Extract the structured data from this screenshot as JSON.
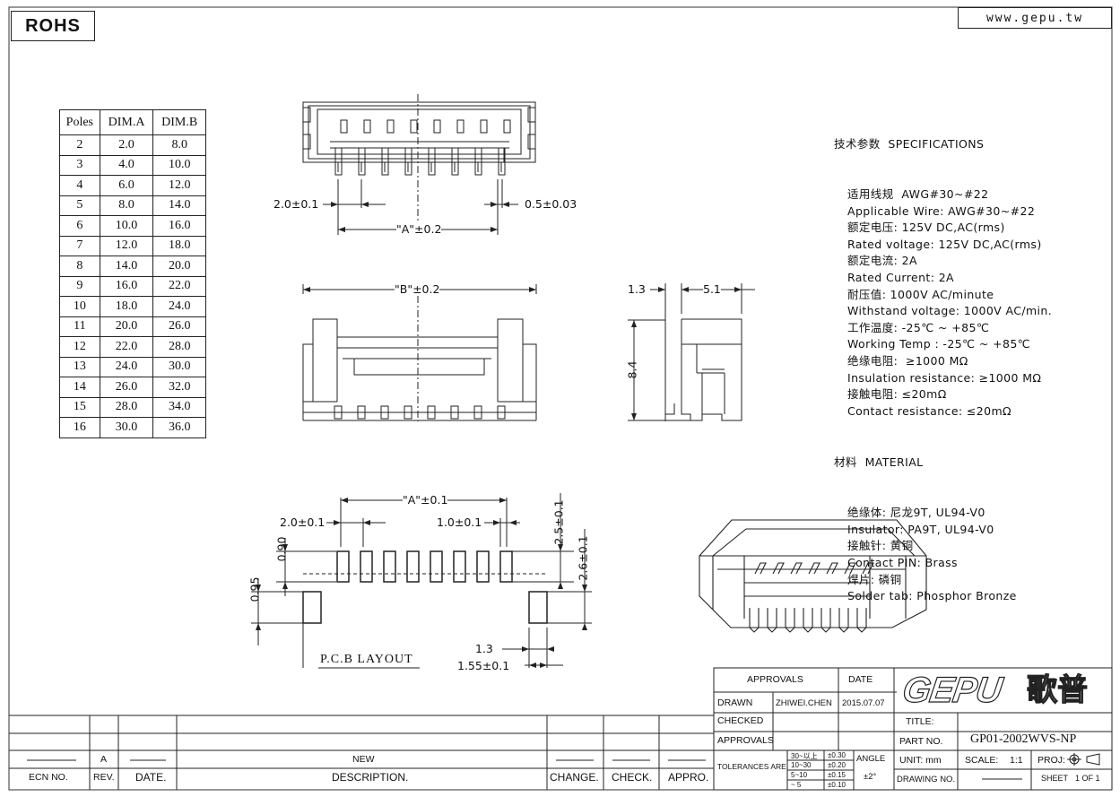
{
  "header": {
    "rohs": "ROHS",
    "website": "www.gepu.tw"
  },
  "dim_table": {
    "headers": [
      "Poles",
      "DIM.A",
      "DIM.B"
    ],
    "rows": [
      [
        "2",
        "2.0",
        "8.0"
      ],
      [
        "3",
        "4.0",
        "10.0"
      ],
      [
        "4",
        "6.0",
        "12.0"
      ],
      [
        "5",
        "8.0",
        "14.0"
      ],
      [
        "6",
        "10.0",
        "16.0"
      ],
      [
        "7",
        "12.0",
        "18.0"
      ],
      [
        "8",
        "14.0",
        "20.0"
      ],
      [
        "9",
        "16.0",
        "22.0"
      ],
      [
        "10",
        "18.0",
        "24.0"
      ],
      [
        "11",
        "20.0",
        "26.0"
      ],
      [
        "12",
        "22.0",
        "28.0"
      ],
      [
        "13",
        "24.0",
        "30.0"
      ],
      [
        "14",
        "26.0",
        "32.0"
      ],
      [
        "15",
        "28.0",
        "34.0"
      ],
      [
        "16",
        "30.0",
        "36.0"
      ]
    ]
  },
  "dims": {
    "pitch": "2.0±0.1",
    "pin_width": "0.5±0.03",
    "dim_a": "\"A\"±0.2",
    "dim_b": "\"B\"±0.2",
    "side_left": "1.3",
    "side_right": "5.1",
    "side_height": "8.4",
    "pcb_a": "\"A\"±0.1",
    "pcb_pitch": "2.0±0.1",
    "pcb_pad": "1.0±0.1",
    "pcb_pad_h": "2.5±0.1",
    "pcb_h2": "2.6±0.1",
    "pcb_090": "0.90",
    "pcb_095": "0.95",
    "pcb_13": "1.3",
    "pcb_155": "1.55±0.1",
    "pcb_title": "P.C.B LAYOUT"
  },
  "specs": {
    "title_cn": "技术参数",
    "title_en": "SPECIFICATIONS",
    "lines": [
      "适用线规  AWG#30~#22",
      "Applicable Wire: AWG#30~#22",
      "额定电压: 125V DC,AC(rms)",
      "Rated voltage: 125V DC,AC(rms)",
      "额定电流: 2A",
      "Rated Current: 2A",
      "耐压值: 1000V AC/minute",
      "Withstand voltage: 1000V AC/min.",
      "工作温度: -25℃ ~ +85℃",
      "Working Temp : -25℃ ~ +85℃",
      "绝缘电阻:  ≥1000 MΩ",
      "Insulation resistance: ≥1000 MΩ",
      "接触电阻: ≤20mΩ",
      "Contact resistance: ≤20mΩ"
    ],
    "material_cn": "材料",
    "material_en": "MATERIAL",
    "material_lines": [
      "绝缘体: 尼龙9T, UL94-V0",
      "Insulator: PA9T, UL94-V0",
      "接触针: 黄铜",
      "Contact PIN: Brass",
      "焊片: 磷铜",
      "Solder tab: Phosphor Bronze"
    ]
  },
  "title_block": {
    "approvals": "APPROVALS",
    "date": "DATE",
    "drawn": "DRAWN",
    "drawn_by": "ZHIWEI.CHEN",
    "drawn_date": "2015.07.07",
    "checked": "CHECKED",
    "approvals2": "APPROVALS",
    "tolerances": "TOLERANCES ARE",
    "tol_rows": [
      [
        "30~以上",
        "±0.30"
      ],
      [
        "10~30",
        "±0.20"
      ],
      [
        "5~10",
        "±0.15"
      ],
      [
        "~ 5",
        "±0.10"
      ]
    ],
    "angle": "ANGLE",
    "angle_val": "±2°",
    "logo": "GEPU",
    "logo_cn": "歌普",
    "title_label": "TITLE:",
    "part_label": "PART NO.",
    "part_no": "GP01-2002WVS-NP",
    "unit": "UNIT: mm",
    "scale_label": "SCALE:",
    "scale": "1:1",
    "proj": "PROJ:",
    "drawing_no": "DRAWING NO.",
    "sheet": "SHEET",
    "sheet_val": "1 OF 1"
  },
  "revision": {
    "rev": "A",
    "new": "NEW",
    "ecn": "ECN NO.",
    "rev_label": "REV.",
    "date": "DATE.",
    "desc": "DESCRIPTION.",
    "change": "CHANGE.",
    "check": "CHECK.",
    "appro": "APPRO."
  }
}
